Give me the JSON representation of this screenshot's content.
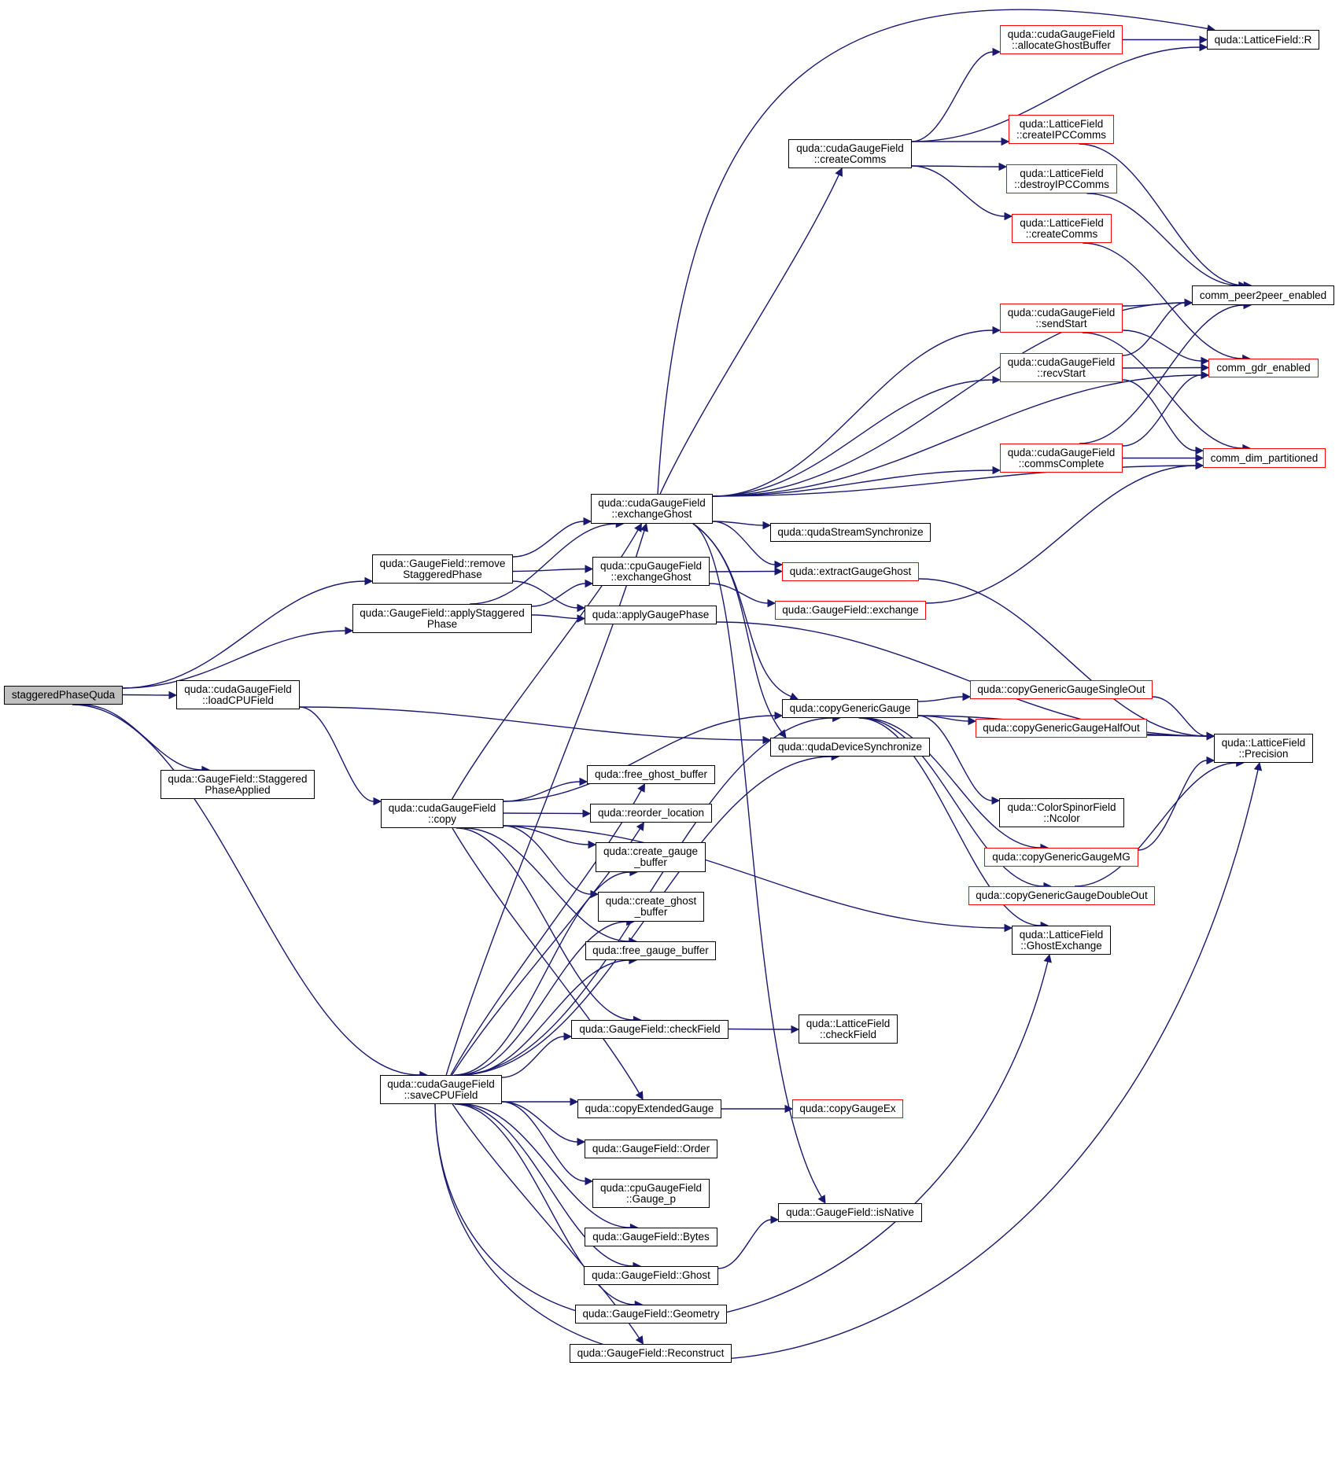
{
  "title": "staggeredPhaseQuda call graph",
  "colors": {
    "edge": "#191970",
    "node_border": "#000000",
    "node_border_undocumented": "#ff0000",
    "root_fill": "#bfbfbf"
  },
  "nodes": [
    {
      "id": "root",
      "label": "staggeredPhaseQuda",
      "style": "root"
    },
    {
      "id": "removeStaggered",
      "label": "quda::GaugeField::remove\nStaggeredPhase",
      "style": "black"
    },
    {
      "id": "applyStaggered",
      "label": "quda::GaugeField::applyStaggered\nPhase",
      "style": "black"
    },
    {
      "id": "loadCPU",
      "label": "quda::cudaGaugeField\n::loadCPUField",
      "style": "black"
    },
    {
      "id": "stagApplied",
      "label": "quda::GaugeField::Staggered\nPhaseApplied",
      "style": "black"
    },
    {
      "id": "cudaCopy",
      "label": "quda::cudaGaugeField\n::copy",
      "style": "black"
    },
    {
      "id": "saveCPU",
      "label": "quda::cudaGaugeField\n::saveCPUField",
      "style": "black"
    },
    {
      "id": "cudaExGhost",
      "label": "quda::cudaGaugeField\n::exchangeGhost",
      "style": "black"
    },
    {
      "id": "cpuExGhost",
      "label": "quda::cpuGaugeField\n::exchangeGhost",
      "style": "black"
    },
    {
      "id": "applyGaugePhase",
      "label": "quda::applyGaugePhase",
      "style": "black"
    },
    {
      "id": "freeGhost",
      "label": "quda::free_ghost_buffer",
      "style": "black"
    },
    {
      "id": "reorder",
      "label": "quda::reorder_location",
      "style": "black"
    },
    {
      "id": "createGauge",
      "label": "quda::create_gauge\n_buffer",
      "style": "black"
    },
    {
      "id": "createGhost",
      "label": "quda::create_ghost\n_buffer",
      "style": "black"
    },
    {
      "id": "freeGauge",
      "label": "quda::free_gauge_buffer",
      "style": "black"
    },
    {
      "id": "checkField",
      "label": "quda::GaugeField::checkField",
      "style": "black"
    },
    {
      "id": "copyExt",
      "label": "quda::copyExtendedGauge",
      "style": "black"
    },
    {
      "id": "order",
      "label": "quda::GaugeField::Order",
      "style": "black"
    },
    {
      "id": "gaugeP",
      "label": "quda::cpuGaugeField\n::Gauge_p",
      "style": "black"
    },
    {
      "id": "bytes",
      "label": "quda::GaugeField::Bytes",
      "style": "black"
    },
    {
      "id": "ghost",
      "label": "quda::GaugeField::Ghost",
      "style": "black"
    },
    {
      "id": "geometry",
      "label": "quda::GaugeField::Geometry",
      "style": "black"
    },
    {
      "id": "reconstruct",
      "label": "quda::GaugeField::Reconstruct",
      "style": "black"
    },
    {
      "id": "createComms",
      "label": "quda::cudaGaugeField\n::createComms",
      "style": "black"
    },
    {
      "id": "streamSync",
      "label": "quda::qudaStreamSynchronize",
      "style": "black"
    },
    {
      "id": "extractGhost",
      "label": "quda::extractGaugeGhost",
      "style": "red"
    },
    {
      "id": "exchange",
      "label": "quda::GaugeField::exchange",
      "style": "red"
    },
    {
      "id": "copyGeneric",
      "label": "quda::copyGenericGauge",
      "style": "black"
    },
    {
      "id": "devSync",
      "label": "quda::qudaDeviceSynchronize",
      "style": "black"
    },
    {
      "id": "lfCheckField",
      "label": "quda::LatticeField\n::checkField",
      "style": "black"
    },
    {
      "id": "copyGaugeEx",
      "label": "quda::copyGaugeEx",
      "style": "red"
    },
    {
      "id": "isNative",
      "label": "quda::GaugeField::isNative",
      "style": "black"
    },
    {
      "id": "allocGhost",
      "label": "quda::cudaGaugeField\n::allocateGhostBuffer",
      "style": "red"
    },
    {
      "id": "createIPC",
      "label": "quda::LatticeField\n::createIPCComms",
      "style": "red"
    },
    {
      "id": "destroyIPC",
      "label": "quda::LatticeField\n::destroyIPCComms",
      "style": "red"
    },
    {
      "id": "lfCreateComms",
      "label": "quda::LatticeField\n::createComms",
      "style": "red"
    },
    {
      "id": "sendStart",
      "label": "quda::cudaGaugeField\n::sendStart",
      "style": "red"
    },
    {
      "id": "recvStart",
      "label": "quda::cudaGaugeField\n::recvStart",
      "style": "red"
    },
    {
      "id": "commsComplete",
      "label": "quda::cudaGaugeField\n::commsComplete",
      "style": "red"
    },
    {
      "id": "singleOut",
      "label": "quda::copyGenericGaugeSingleOut",
      "style": "red"
    },
    {
      "id": "halfOut",
      "label": "quda::copyGenericGaugeHalfOut",
      "style": "red"
    },
    {
      "id": "ncolor",
      "label": "quda::ColorSpinorField\n::Ncolor",
      "style": "black"
    },
    {
      "id": "mg",
      "label": "quda::copyGenericGaugeMG",
      "style": "red"
    },
    {
      "id": "doubleOut",
      "label": "quda::copyGenericGaugeDoubleOut",
      "style": "red"
    },
    {
      "id": "ghostExch",
      "label": "quda::LatticeField\n::GhostExchange",
      "style": "black"
    },
    {
      "id": "latR",
      "label": "quda::LatticeField::R",
      "style": "black"
    },
    {
      "id": "p2p",
      "label": "comm_peer2peer_enabled",
      "style": "black"
    },
    {
      "id": "gdr",
      "label": "comm_gdr_enabled",
      "style": "red"
    },
    {
      "id": "dimPart",
      "label": "comm_dim_partitioned",
      "style": "red"
    },
    {
      "id": "precision",
      "label": "quda::LatticeField\n::Precision",
      "style": "black"
    }
  ],
  "edges": [
    [
      "root",
      "removeStaggered"
    ],
    [
      "root",
      "applyStaggered"
    ],
    [
      "root",
      "loadCPU"
    ],
    [
      "root",
      "stagApplied"
    ],
    [
      "root",
      "saveCPU"
    ],
    [
      "removeStaggered",
      "cudaExGhost"
    ],
    [
      "removeStaggered",
      "cpuExGhost"
    ],
    [
      "removeStaggered",
      "applyGaugePhase"
    ],
    [
      "applyStaggered",
      "cudaExGhost"
    ],
    [
      "applyStaggered",
      "cpuExGhost"
    ],
    [
      "applyStaggered",
      "applyGaugePhase"
    ],
    [
      "loadCPU",
      "cudaCopy"
    ],
    [
      "loadCPU",
      "devSync"
    ],
    [
      "cudaCopy",
      "cudaExGhost"
    ],
    [
      "cudaCopy",
      "copyGeneric"
    ],
    [
      "cudaCopy",
      "ghostExch"
    ],
    [
      "cudaCopy",
      "freeGhost"
    ],
    [
      "cudaCopy",
      "reorder"
    ],
    [
      "cudaCopy",
      "createGauge"
    ],
    [
      "cudaCopy",
      "createGhost"
    ],
    [
      "cudaCopy",
      "freeGauge"
    ],
    [
      "cudaCopy",
      "checkField"
    ],
    [
      "cudaCopy",
      "copyExt"
    ],
    [
      "saveCPU",
      "cudaExGhost"
    ],
    [
      "saveCPU",
      "copyGeneric"
    ],
    [
      "saveCPU",
      "devSync"
    ],
    [
      "saveCPU",
      "freeGhost"
    ],
    [
      "saveCPU",
      "reorder"
    ],
    [
      "saveCPU",
      "createGauge"
    ],
    [
      "saveCPU",
      "createGhost"
    ],
    [
      "saveCPU",
      "freeGauge"
    ],
    [
      "saveCPU",
      "checkField"
    ],
    [
      "saveCPU",
      "copyExt"
    ],
    [
      "saveCPU",
      "order"
    ],
    [
      "saveCPU",
      "gaugeP"
    ],
    [
      "saveCPU",
      "bytes"
    ],
    [
      "saveCPU",
      "ghost"
    ],
    [
      "saveCPU",
      "geometry"
    ],
    [
      "saveCPU",
      "reconstruct"
    ],
    [
      "saveCPU",
      "ghostExch"
    ],
    [
      "saveCPU",
      "precision"
    ],
    [
      "cudaExGhost",
      "latR"
    ],
    [
      "cudaExGhost",
      "createComms"
    ],
    [
      "cudaExGhost",
      "p2p"
    ],
    [
      "cudaExGhost",
      "sendStart"
    ],
    [
      "cudaExGhost",
      "recvStart"
    ],
    [
      "cudaExGhost",
      "gdr"
    ],
    [
      "cudaExGhost",
      "commsComplete"
    ],
    [
      "cudaExGhost",
      "dimPart"
    ],
    [
      "cudaExGhost",
      "streamSync"
    ],
    [
      "cudaExGhost",
      "extractGhost"
    ],
    [
      "cudaExGhost",
      "copyGeneric"
    ],
    [
      "cudaExGhost",
      "devSync"
    ],
    [
      "cudaExGhost",
      "isNative"
    ],
    [
      "cpuExGhost",
      "extractGhost"
    ],
    [
      "cpuExGhost",
      "exchange"
    ],
    [
      "applyGaugePhase",
      "precision"
    ],
    [
      "createComms",
      "allocGhost"
    ],
    [
      "createComms",
      "latR"
    ],
    [
      "createComms",
      "createIPC"
    ],
    [
      "createComms",
      "destroyIPC"
    ],
    [
      "createComms",
      "lfCreateComms"
    ],
    [
      "allocGhost",
      "latR"
    ],
    [
      "createIPC",
      "p2p"
    ],
    [
      "destroyIPC",
      "p2p"
    ],
    [
      "lfCreateComms",
      "gdr"
    ],
    [
      "sendStart",
      "p2p"
    ],
    [
      "sendStart",
      "gdr"
    ],
    [
      "sendStart",
      "dimPart"
    ],
    [
      "recvStart",
      "p2p"
    ],
    [
      "recvStart",
      "gdr"
    ],
    [
      "recvStart",
      "dimPart"
    ],
    [
      "commsComplete",
      "p2p"
    ],
    [
      "commsComplete",
      "gdr"
    ],
    [
      "commsComplete",
      "dimPart"
    ],
    [
      "extractGhost",
      "precision"
    ],
    [
      "exchange",
      "dimPart"
    ],
    [
      "copyGeneric",
      "singleOut"
    ],
    [
      "copyGeneric",
      "halfOut"
    ],
    [
      "copyGeneric",
      "precision"
    ],
    [
      "copyGeneric",
      "ncolor"
    ],
    [
      "copyGeneric",
      "mg"
    ],
    [
      "copyGeneric",
      "doubleOut"
    ],
    [
      "copyGeneric",
      "ghostExch"
    ],
    [
      "singleOut",
      "precision"
    ],
    [
      "halfOut",
      "precision"
    ],
    [
      "mg",
      "precision"
    ],
    [
      "doubleOut",
      "precision"
    ],
    [
      "checkField",
      "lfCheckField"
    ],
    [
      "copyExt",
      "copyGaugeEx"
    ],
    [
      "ghost",
      "isNative"
    ]
  ]
}
